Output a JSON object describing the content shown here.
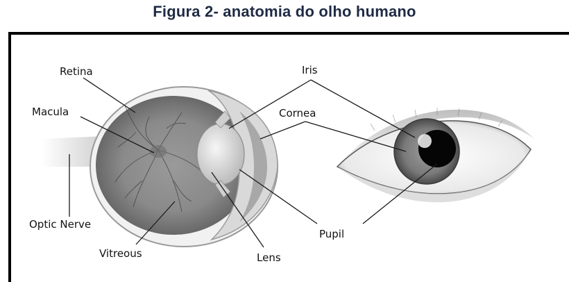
{
  "figure": {
    "title": "Figura 2- anatomia do olho humano"
  },
  "labels": {
    "retina": "Retina",
    "macula": "Macula",
    "optic_nerve": "Optic Nerve",
    "vitreous": "Vitreous",
    "iris": "Iris",
    "cornea": "Cornea",
    "pupil": "Pupil",
    "lens": "Lens"
  }
}
